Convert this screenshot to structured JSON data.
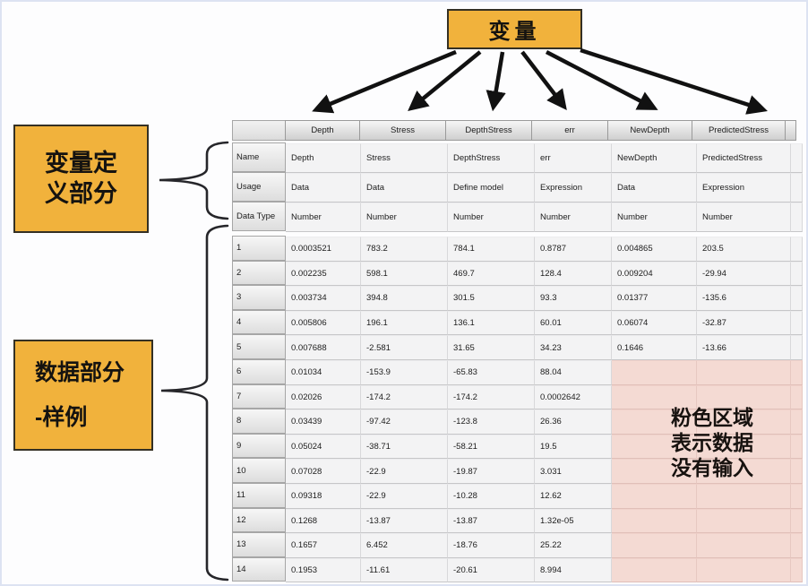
{
  "annotations": {
    "top_box_label": "变量",
    "definition_box_lines": [
      "变量定",
      "义部分"
    ],
    "data_box_lines": [
      "数据部分",
      "-样例"
    ],
    "pink_note_lines": [
      "粉色区域",
      "表示数据",
      "没有输入"
    ]
  },
  "colors": {
    "accent_yellow": "#F1B23C",
    "pink_region": "#F4DAD3",
    "arrow_black": "#111111"
  },
  "table": {
    "columns": [
      "Depth",
      "Stress",
      "DepthStress",
      "err",
      "NewDepth",
      "PredictedStress"
    ],
    "definition_rows": [
      {
        "label": "Name",
        "values": [
          "Depth",
          "Stress",
          "DepthStress",
          "err",
          "NewDepth",
          "PredictedStress"
        ]
      },
      {
        "label": "Usage",
        "values": [
          "Data",
          "Data",
          "Define model",
          "Expression",
          "Data",
          "Expression"
        ]
      },
      {
        "label": "Data Type",
        "values": [
          "Number",
          "Number",
          "Number",
          "Number",
          "Number",
          "Number"
        ]
      }
    ],
    "data_rows": [
      {
        "label": "1",
        "values": [
          "0.0003521",
          "783.2",
          "784.1",
          "0.8787",
          "0.004865",
          "203.5"
        ]
      },
      {
        "label": "2",
        "values": [
          "0.002235",
          "598.1",
          "469.7",
          "128.4",
          "0.009204",
          "-29.94"
        ]
      },
      {
        "label": "3",
        "values": [
          "0.003734",
          "394.8",
          "301.5",
          "93.3",
          "0.01377",
          "-135.6"
        ]
      },
      {
        "label": "4",
        "values": [
          "0.005806",
          "196.1",
          "136.1",
          "60.01",
          "0.06074",
          "-32.87"
        ]
      },
      {
        "label": "5",
        "values": [
          "0.007688",
          "-2.581",
          "31.65",
          "34.23",
          "0.1646",
          "-13.66"
        ]
      },
      {
        "label": "6",
        "values": [
          "0.01034",
          "-153.9",
          "-65.83",
          "88.04",
          "",
          ""
        ]
      },
      {
        "label": "7",
        "values": [
          "0.02026",
          "-174.2",
          "-174.2",
          "0.0002642",
          "",
          ""
        ]
      },
      {
        "label": "8",
        "values": [
          "0.03439",
          "-97.42",
          "-123.8",
          "26.36",
          "",
          ""
        ]
      },
      {
        "label": "9",
        "values": [
          "0.05024",
          "-38.71",
          "-58.21",
          "19.5",
          "",
          ""
        ]
      },
      {
        "label": "10",
        "values": [
          "0.07028",
          "-22.9",
          "-19.87",
          "3.031",
          "",
          ""
        ]
      },
      {
        "label": "11",
        "values": [
          "0.09318",
          "-22.9",
          "-10.28",
          "12.62",
          "",
          ""
        ]
      },
      {
        "label": "12",
        "values": [
          "0.1268",
          "-13.87",
          "-13.87",
          "1.32e-05",
          "",
          ""
        ]
      },
      {
        "label": "13",
        "values": [
          "0.1657",
          "6.452",
          "-18.76",
          "25.22",
          "",
          ""
        ]
      },
      {
        "label": "14",
        "values": [
          "0.1953",
          "-11.61",
          "-20.61",
          "8.994",
          "",
          ""
        ]
      }
    ],
    "pink_start_row": 6
  }
}
